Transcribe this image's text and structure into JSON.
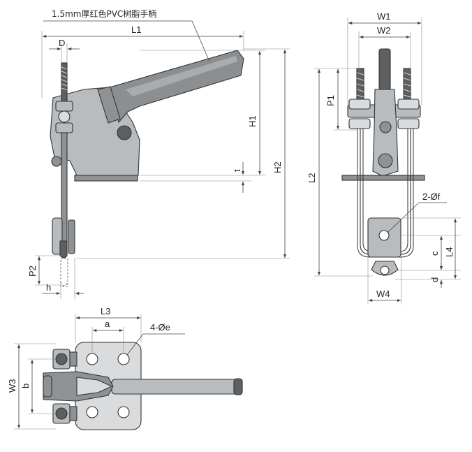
{
  "note": "1.5mm厚红色PVC树脂手柄",
  "labels": {
    "L1": "L1",
    "D": "D",
    "H1": "H1",
    "H2": "H2",
    "t": "t",
    "P2": "P2",
    "h": "h",
    "W1": "W1",
    "W2": "W2",
    "P1": "P1",
    "L2": "L2",
    "hole_f": "2-Øf",
    "c": "c",
    "L4": "L4",
    "d": "d",
    "W4": "W4",
    "L3": "L3",
    "a": "a",
    "hole_e": "4-Øe",
    "W3": "W3",
    "b": "b"
  },
  "colors": {
    "metal": "#b9bcbf",
    "handle": "#8c8f91",
    "dark": "#5c6063"
  }
}
